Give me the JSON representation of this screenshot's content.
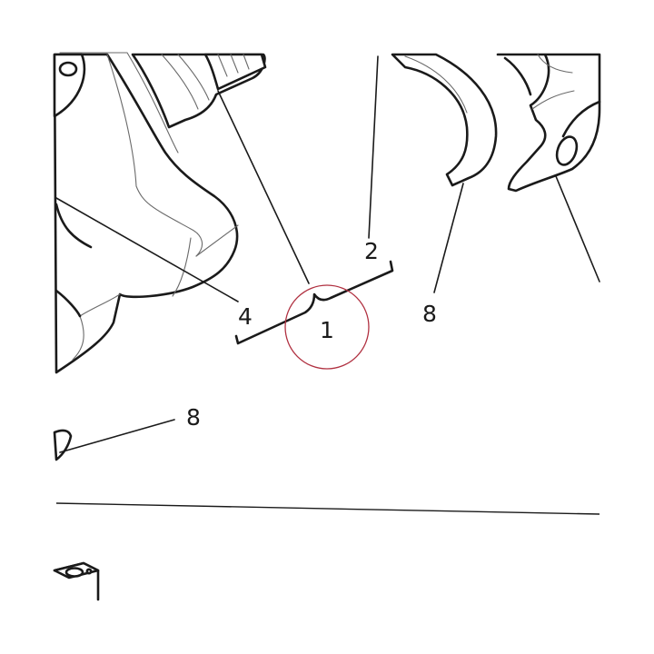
{
  "callouts": [
    {
      "id": "1",
      "label": "1"
    },
    {
      "id": "2",
      "label": "2"
    },
    {
      "id": "4",
      "label": "4"
    },
    {
      "id": "8a",
      "label": "8"
    },
    {
      "id": "8b",
      "label": "8"
    }
  ],
  "highlight": {
    "target": "1",
    "color": "#b03040"
  }
}
